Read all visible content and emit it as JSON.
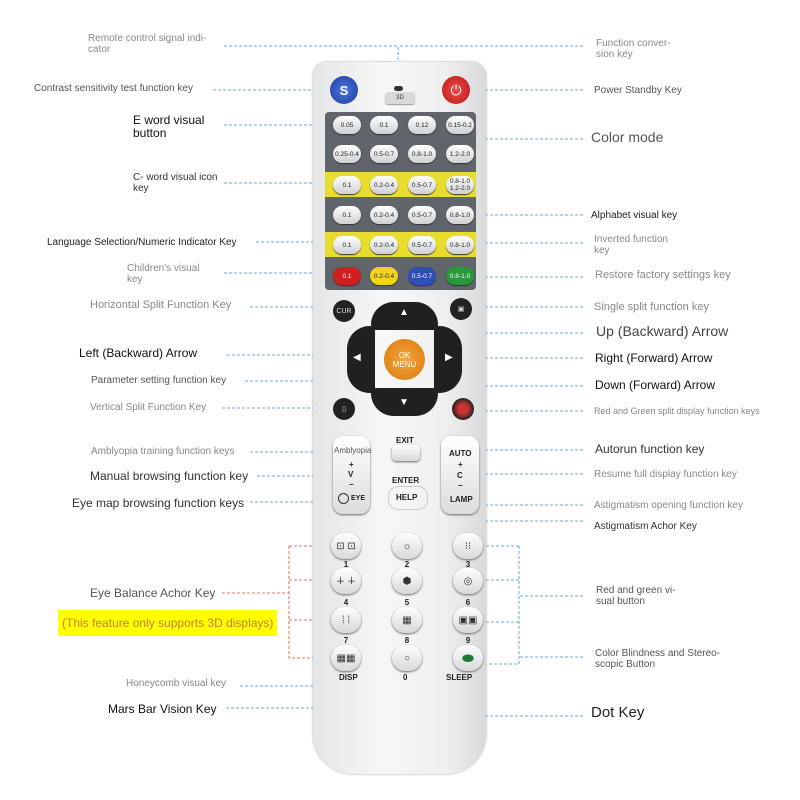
{
  "labels": {
    "remote_signal": "Remote control signal indi-\ncator",
    "function_conversion": "Function conver-\nsion key",
    "contrast_sensitivity": "Contrast sensitivity test function key",
    "power_standby": "Power Standby Key",
    "e_word": "E word visual\nbutton",
    "color_mode": "Color mode",
    "c_word": "C- word visual icon\nkey",
    "alphabet": "Alphabet visual key",
    "language_selection": "Language Selection/Numeric Indicator Key",
    "inverted": "Inverted function\nkey",
    "childrens": "Children's visual\nkey",
    "restore_factory": "Restore factory settings key",
    "horizontal_split": "Horizontal Split Function Key",
    "single_split": "Single split function key",
    "up_arrow": "Up (Backward) Arrow",
    "left_arrow": "Left (Backward) Arrow",
    "right_arrow": "Right (Forward) Arrow",
    "parameter_setting": "Parameter setting function key",
    "down_arrow": "Down (Forward) Arrow",
    "vertical_split": "Vertical Split Function Key",
    "red_green_split": "Red and Green split display function keys",
    "amblyopia_training": "Amblyopia training function keys",
    "autorun": "Autorun function key",
    "manual_browsing": "Manual browsing function key",
    "resume_full": "Resume full display function key",
    "eye_map": "Eye map browsing function keys",
    "astigmatism_opening": "Astigmatism opening function key",
    "astigmatism_achor": "Astigmatism Achor Key",
    "red_green_visual": "Red and green vi-\nsual button",
    "eye_balance": "Eye Balance Achor Key",
    "feature_note": "(This feature only supports 3D displays)",
    "color_blindness": "Color Blindness and Stereo-\nscopic Button",
    "honeycomb": "Honeycomb visual key",
    "mars_bar": "Mars Bar Vision Key",
    "dot_key": "Dot Key"
  },
  "remote": {
    "s_key": "S",
    "three_d": "3D",
    "row1": [
      "0.05",
      "0.1",
      "0.12",
      "0.15-0.2"
    ],
    "row2": [
      "0.25-0.4",
      "0.5-0.7",
      "0.8-1.0",
      "1.2-2.0"
    ],
    "row3": [
      "0.1",
      "0.2-0.4",
      "0.5-0.7",
      "0.8-1.0\n1.2-2.0"
    ],
    "row4": [
      "0.1",
      "0.2-0.4",
      "0.5-0.7",
      "0.8-1.0"
    ],
    "row5": [
      "0.1",
      "0.2-0.4",
      "0.5-0.7",
      "0.8-1.0"
    ],
    "row6": [
      "0.1",
      "0.2-0.4",
      "0.5-0.7",
      "0.8-1.0"
    ],
    "ok": "OK",
    "menu": "MENU",
    "amblyopia": "Amblyopia",
    "exit": "EXIT",
    "enter": "ENTER",
    "help": "HELP",
    "auto": "AUTO",
    "lamp": "LAMP",
    "v": "V",
    "c": "C",
    "plus": "+",
    "minus": "−",
    "eye": "EYE",
    "digits": [
      "1",
      "2",
      "3",
      "4",
      "5",
      "6",
      "7",
      "8",
      "9",
      "0"
    ],
    "disp": "DISP",
    "sleep": "SLEEP",
    "cur": "CUR"
  },
  "colors": {
    "accent_line": "#3d8fc9",
    "red_line": "#d24a3a",
    "highlight": "#ffff00"
  }
}
